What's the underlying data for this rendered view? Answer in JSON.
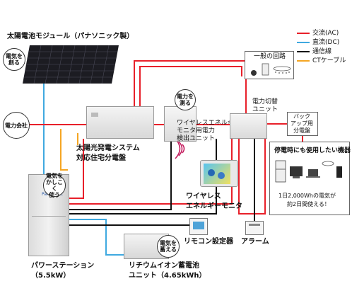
{
  "labels": {
    "solar_module": "太陽電池モジュール（パナソニック製）",
    "power_company": "電力会社",
    "distribution_board_line1": "太陽光発電システム",
    "distribution_board_line2": "対応住宅分電盤",
    "wireless_unit_line1": "ワイヤレスエネルギー",
    "wireless_unit_line2": "モニタ用電力",
    "wireless_unit_line3": "検出ユニット",
    "switch_unit_line1": "電力切替",
    "switch_unit_line2": "ユニット",
    "general_circuit": "一般の回路",
    "backup_board_line1": "バック",
    "backup_board_line2": "アップ用",
    "backup_board_line3": "分電盤",
    "outage_devices": "停電時にも使用したい機器",
    "outage_note_line1": "1日2,000Whの電気が",
    "outage_note_line2": "約2日間使える！",
    "monitor_line1": "ワイヤレス",
    "monitor_line2": "エネルギーモニタ",
    "remote_controller": "リモコン設定器",
    "alarm": "アラーム",
    "power_station_line1": "パワーステーション",
    "power_station_line2": "（5.5kW）",
    "battery_line1": "リチウムイオン蓄電池",
    "battery_line2": "ユニット（4.65kWh）",
    "brand": "Panasonic"
  },
  "bubbles": {
    "create": [
      "電気を",
      "創る"
    ],
    "measure": [
      "電力を",
      "測る"
    ],
    "use": [
      "電気を",
      "かしこく",
      "使う"
    ],
    "store": [
      "電気を",
      "蓄える"
    ]
  },
  "legend": [
    {
      "label": "交流(AC)",
      "color": "#e8202a"
    },
    {
      "label": "直流(DC)",
      "color": "#3fa9e0"
    },
    {
      "label": "通信線",
      "color": "#111111"
    },
    {
      "label": "CTケーブル",
      "color": "#f5a623"
    }
  ]
}
